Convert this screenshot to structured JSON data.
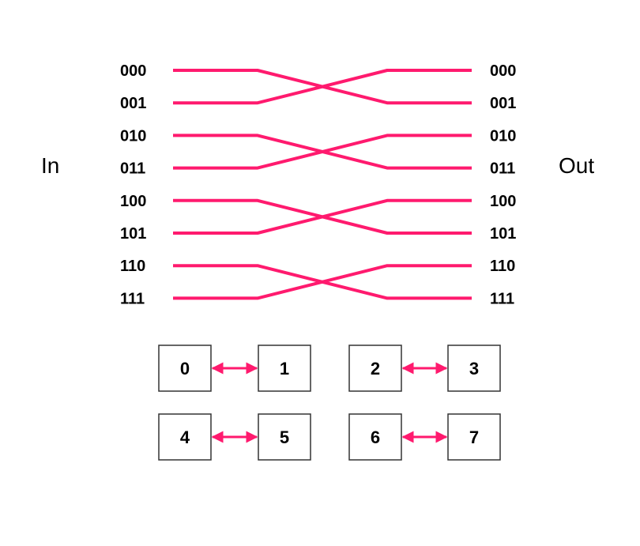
{
  "labels": {
    "in": "In",
    "out": "Out"
  },
  "inputs": [
    "000",
    "001",
    "010",
    "011",
    "100",
    "101",
    "110",
    "111"
  ],
  "outputs": [
    "000",
    "001",
    "010",
    "011",
    "100",
    "101",
    "110",
    "111"
  ],
  "wiring": [
    1,
    0,
    3,
    2,
    5,
    4,
    7,
    6
  ],
  "nodes": [
    "0",
    "1",
    "2",
    "3",
    "4",
    "5",
    "6",
    "7"
  ],
  "pairs": [
    [
      0,
      1
    ],
    [
      2,
      3
    ],
    [
      4,
      5
    ],
    [
      6,
      7
    ]
  ],
  "colors": {
    "wire": "#ff1a6e",
    "box_border": "#333333",
    "text": "#000000"
  }
}
